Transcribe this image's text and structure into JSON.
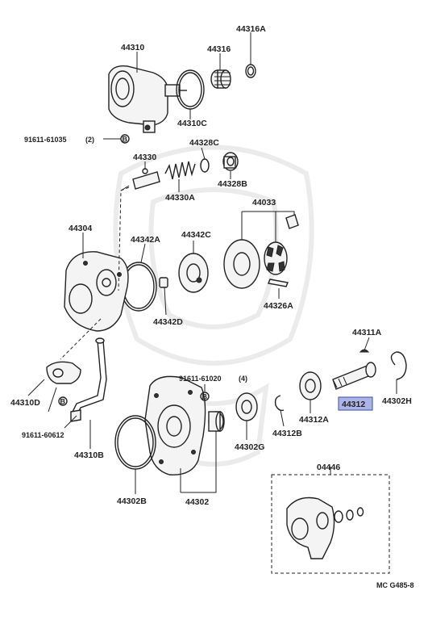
{
  "labels": {
    "p44316A": "44316A",
    "p44310": "44310",
    "p44316": "44316",
    "p44310C": "44310C",
    "bolt_upper": "91611-61035",
    "bolt_upper_qty": "(2)",
    "bolt_mark": "B",
    "p44330": "44330",
    "p44328C": "44328C",
    "p44328B": "44328B",
    "p44330A": "44330A",
    "p44033": "44033",
    "p44304": "44304",
    "p44342A": "44342A",
    "p44342C": "44342C",
    "p44342D": "44342D",
    "p44326A": "44326A",
    "p44311A": "44311A",
    "p44312": "44312",
    "p44302H": "44302H",
    "p44310D": "44310D",
    "bolt_mid": "91611-61020",
    "bolt_mid_qty": "(4)",
    "bolt_lower": "91611-60612",
    "p44310B": "44310B",
    "p44302G": "44302G",
    "p44312B": "44312B",
    "p44312A": "44312A",
    "p44302B": "44302B",
    "p44302": "44302",
    "p04446": "04446",
    "figure_code": "MC G485-8"
  },
  "highlight": {
    "part": "44312",
    "color": "#aab4e6"
  }
}
